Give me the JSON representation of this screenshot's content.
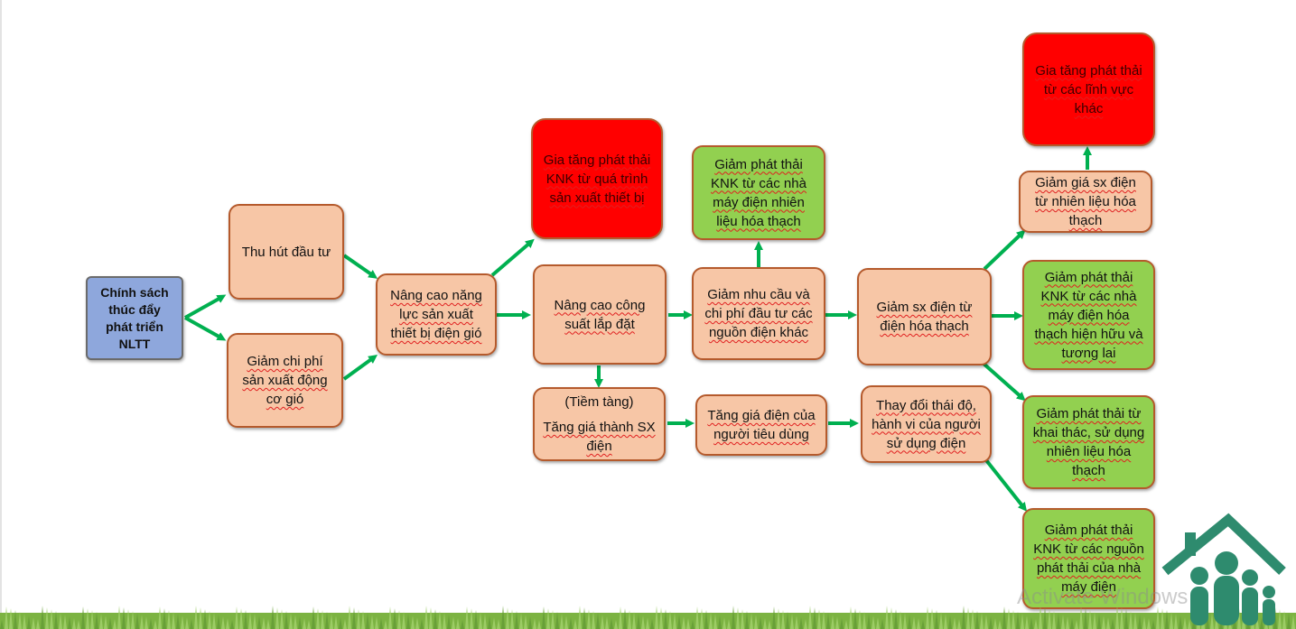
{
  "boxes": {
    "policy": "Chính sách thúc đẩy phát triển NLTT",
    "attract": "Thu hút đầu tư",
    "cost": "Giảm chi phí sản xuất động cơ gió",
    "capacity_mfg": "Nâng cao năng lực sản xuất thiết bị điện gió",
    "ghg_mfg": "Gia tăng phát thải KNK từ quá trình sản xuất thiết bị",
    "install": "Nâng cao công suất lắp đặt",
    "potential_title": "(Tiềm tàng)",
    "potential_body": "Tăng giá thành SX điện",
    "ghg_fossil_plants": "Giảm phát thải KNK từ các nhà máy điện nhiên liệu hóa thạch",
    "demand": "Giảm nhu cầu và chi phí đầu tư các nguồn điện khác",
    "consumer_price": "Tăng giá điện của người tiêu dùng",
    "fossil_gen": "Giảm sx điện từ điện hóa thạch",
    "behavior": "Thay đổi thái độ, hành vi của người sử dụng điện",
    "ghg_other": "Gia tăng phát thải từ các lĩnh vực khác",
    "fossil_price": "Giảm giá sx điện từ nhiên liệu hóa thạch",
    "ghg_existing": "Giảm phát thải KNK từ các nhà máy điện hóa thạch hiện hữu và tương lai",
    "ghg_extraction": "Giảm phát thải từ khai thác, sử dụng nhiên liệu hóa thạch",
    "ghg_sources": "Giảm phát thải KNK từ các nguồn phát thải của nhà máy điện"
  },
  "watermark": "Activate Windows",
  "colors": {
    "orange_fill": "#f7c6a6",
    "red_fill": "#ff0000",
    "green_fill": "#92d050",
    "blue_fill": "#8ea7dc",
    "arrow": "#00b050",
    "border": "#b55a2c"
  },
  "icons": [
    "house-family-logo-icon",
    "grass-strip"
  ]
}
